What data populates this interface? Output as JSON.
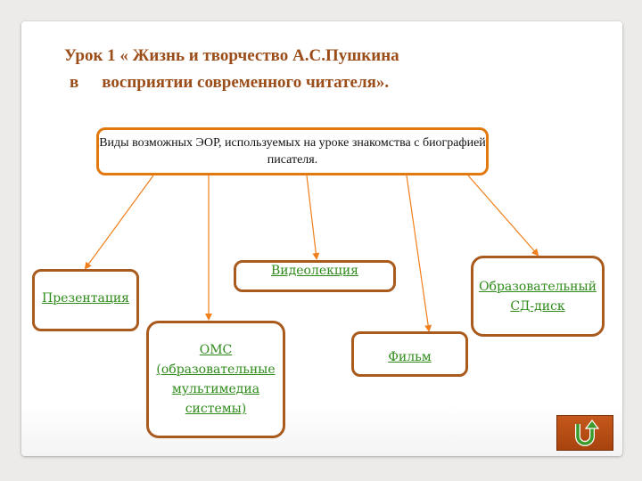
{
  "slide": {
    "title_line1": "Урок 1 « Жизнь и творчество А.С.Пушкина",
    "title_line2_prefix": "в",
    "title_line2_rest": "восприятии современного читателя»."
  },
  "diagram": {
    "root": "Виды возможных ЭОР, используемых на уроке знакомства с биографией писателя.",
    "nodes": {
      "presentation": "Презентация",
      "oms": "ОМС (образовательные мультимедиа системы)",
      "video_lecture": "Видеолекция",
      "film": "Фильм",
      "cd": "Образовательный СД-диск"
    }
  },
  "colors": {
    "title": "#9b4d19",
    "root_border": "#e2790f",
    "node_border": "#a95a1d",
    "link_text": "#2e8b1a",
    "connector": "#f07f1a",
    "back_button": "#c0561c"
  },
  "icons": {
    "back_button_icon": "u-turn-back-icon"
  }
}
